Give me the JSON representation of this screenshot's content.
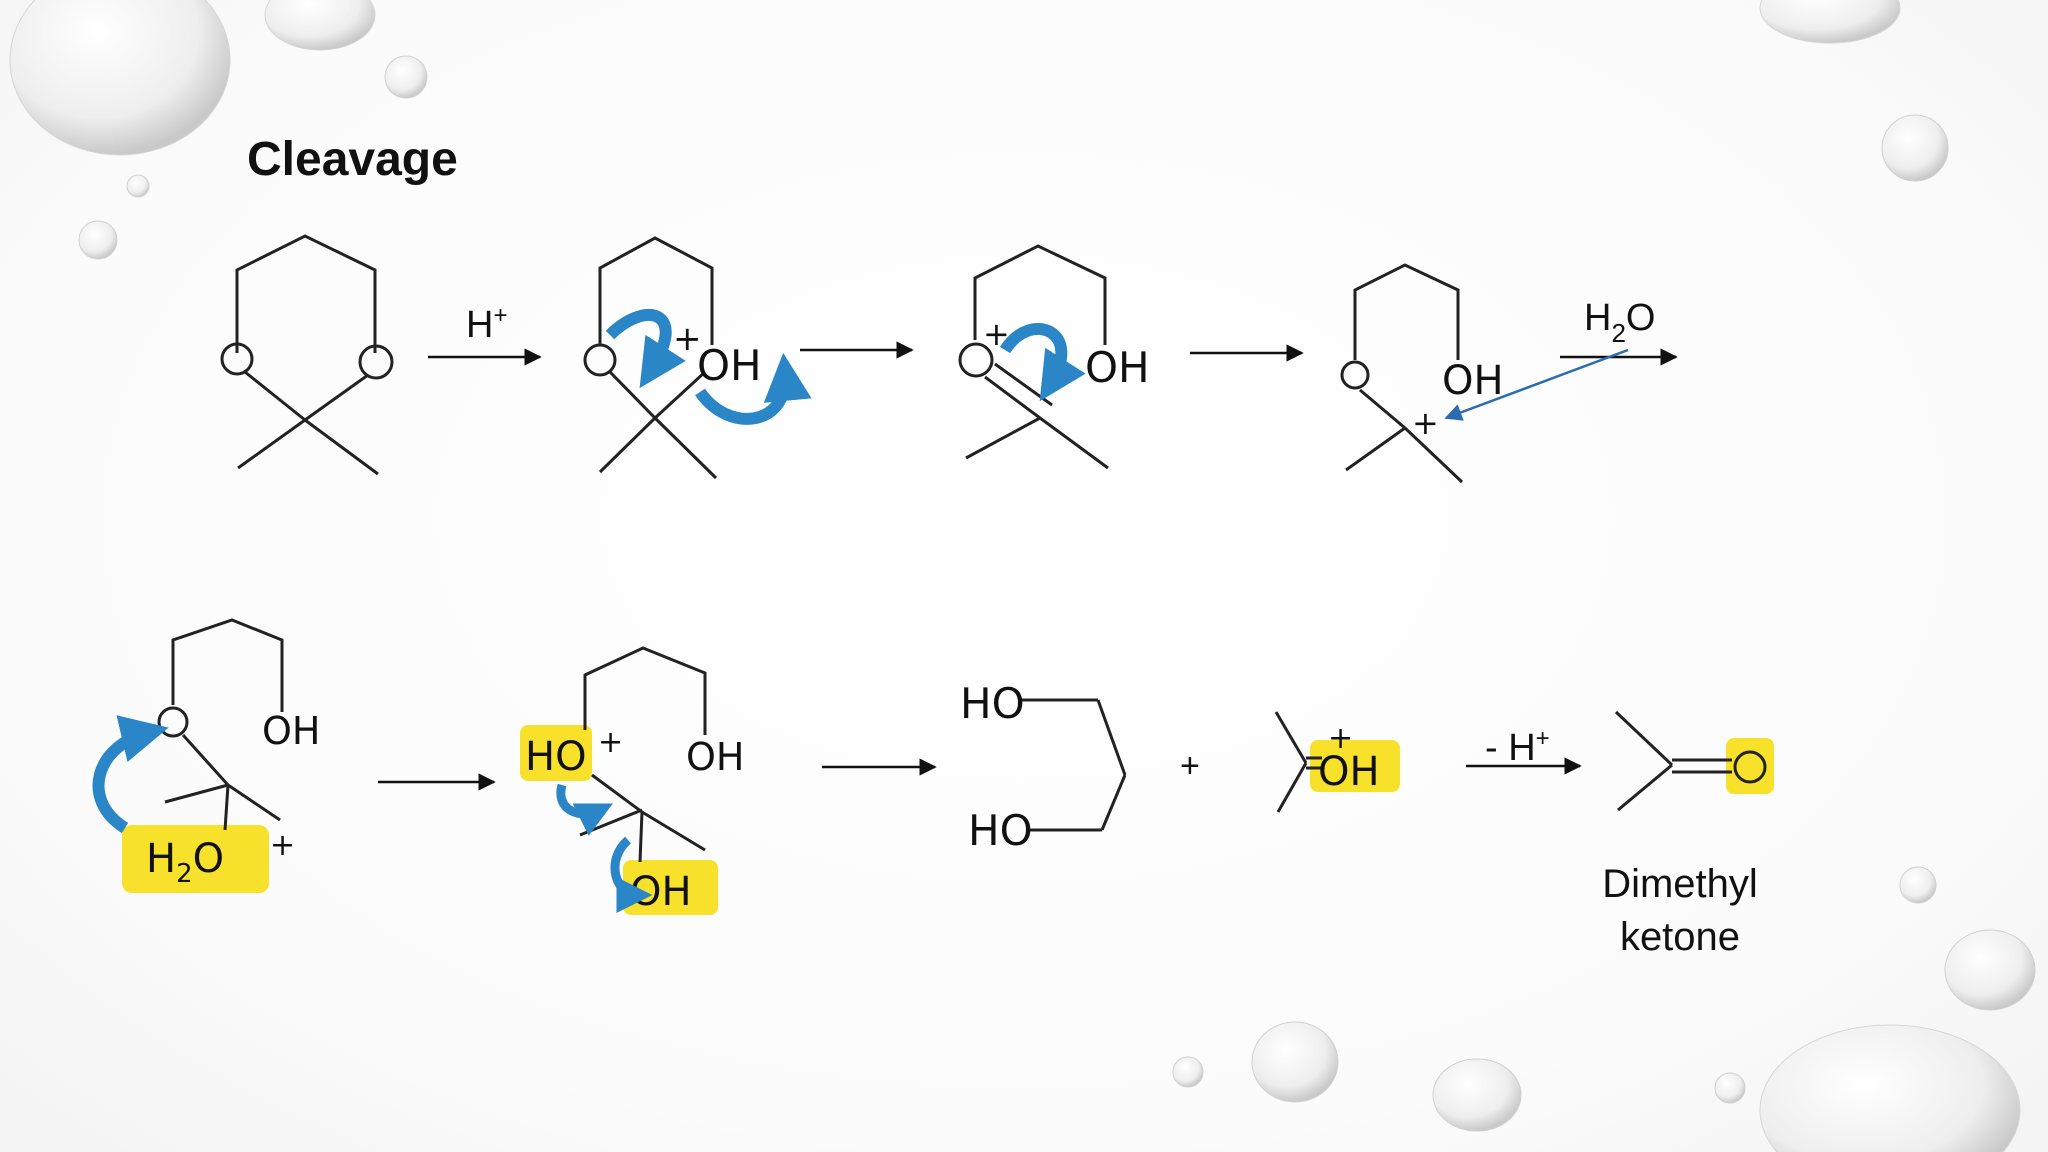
{
  "slide": {
    "title": "Cleavage"
  },
  "reagents": {
    "acid_symbol": "H",
    "acid_charge": "+",
    "water_h": "H",
    "water_sub": "2",
    "water_o": "O",
    "deprotonation_minus": "- H",
    "deprotonation_charge": "+"
  },
  "atoms": {
    "ring_oxygen": "O",
    "hydroxyl": "OH",
    "hydroxyl_left": "HO",
    "protonated_ho": "HO",
    "plus_charge": "+",
    "water_h": "H",
    "water_sub": "2",
    "water_o": "O",
    "reaction_plus": "+"
  },
  "product_label": {
    "line1": "Dimethyl",
    "line2": "ketone"
  },
  "colors": {
    "arrow_blue": "#2a86c6",
    "highlight": "#f7e12a",
    "ink": "#111111",
    "lead_arrow": "#2a6cb0"
  }
}
